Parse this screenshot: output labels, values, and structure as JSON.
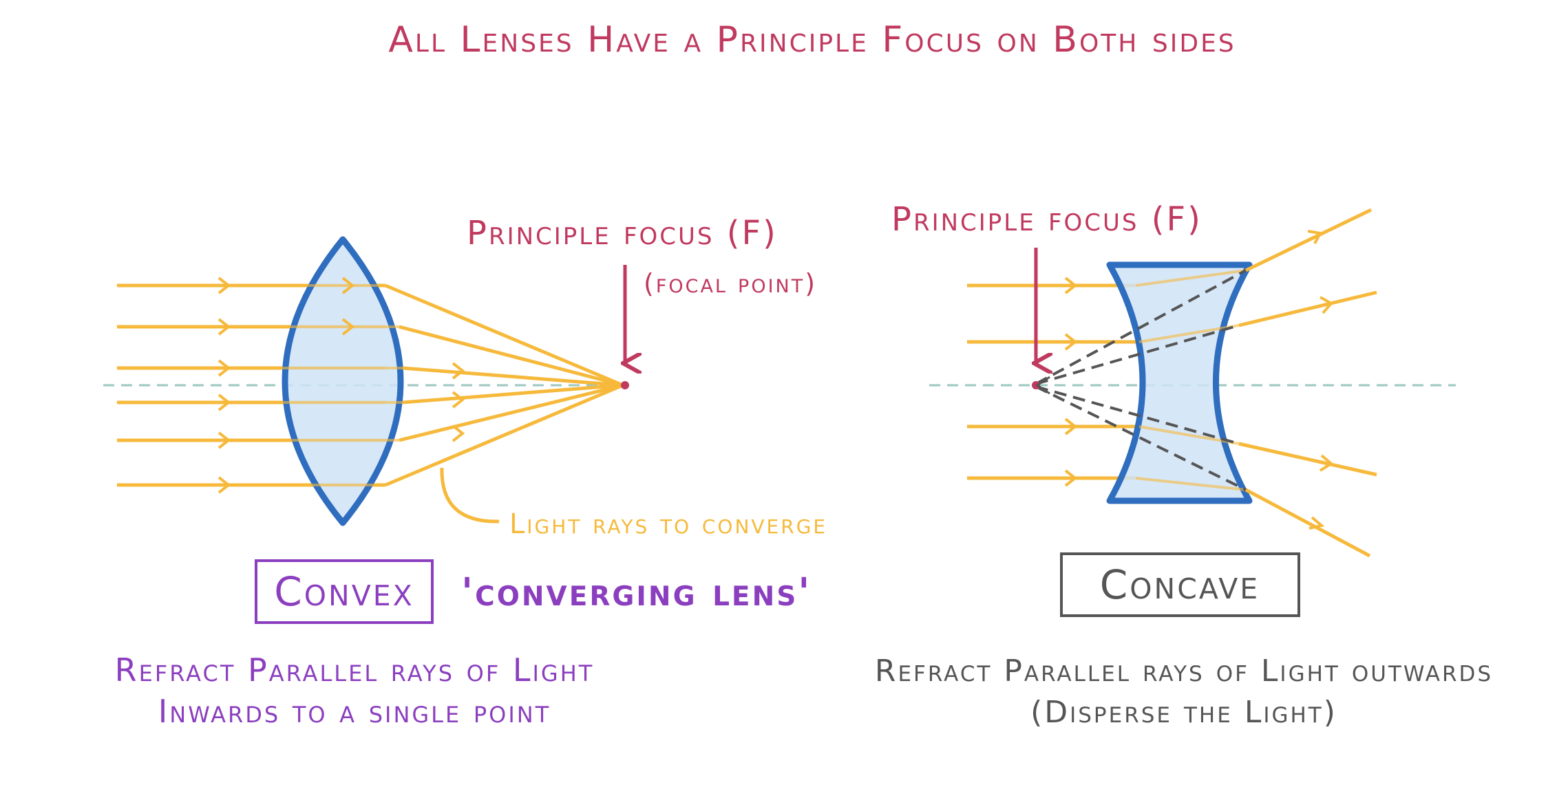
{
  "title": "All Lenses Have a Principle Focus on Both sides",
  "colors": {
    "title": "#c0395e",
    "ray": "#f6b93b",
    "lens_outline": "#2f6dbf",
    "lens_fill": "#cfe3f7",
    "axis": "#9ec7bf",
    "focus": "#c0395e",
    "convex_label": "#8b3fbf",
    "concave_label": "#555555",
    "dashed_ray": "#555555"
  },
  "convex": {
    "focus_label": "Principle focus (F)",
    "focal_point_note": "(focal point)",
    "converge_note": "Light rays to converge",
    "name": "Convex",
    "alias": "'converging lens'",
    "description_line1": "Refract Parallel rays of Light",
    "description_line2": "Inwards to a single point"
  },
  "concave": {
    "focus_label": "Principle focus (F)",
    "name": "Concave",
    "description_line1": "Refract Parallel rays of Light outwards",
    "description_line2": "(Disperse the Light)"
  }
}
